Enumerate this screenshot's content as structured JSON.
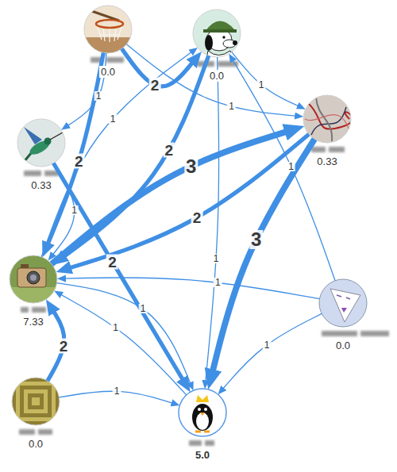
{
  "diagram": {
    "nodes": [
      {
        "text": [
          "0.0"
        ]
      },
      {
        "text": [
          "0.0"
        ]
      },
      {
        "text": [
          "0.33"
        ]
      },
      {
        "text": [
          "0.33"
        ]
      },
      {
        "text": [
          "7.33"
        ]
      },
      {
        "text": [
          "0.0"
        ]
      },
      {
        "text": [
          "0.0"
        ]
      },
      {
        "text": [
          "5.0"
        ]
      }
    ],
    "edges": [
      {
        "from": 0,
        "to": 1,
        "arrow": "to",
        "label": "2"
      },
      {
        "from": 0,
        "to": 4,
        "arrow": "to",
        "label": "2"
      },
      {
        "from": 0,
        "to": 2,
        "arrow": "to",
        "label": "1"
      },
      {
        "from": 0,
        "to": 3,
        "arrow": "to",
        "label": "1"
      },
      {
        "from": 1,
        "to": 4,
        "arrow": "to",
        "label": "2"
      },
      {
        "from": 4,
        "to": 1,
        "arrow": "to",
        "label": "1"
      },
      {
        "from": 1,
        "to": 3,
        "arrow": "to",
        "label": "1"
      },
      {
        "from": 1,
        "to": 7,
        "arrow": "to",
        "label": "1"
      },
      {
        "from": 5,
        "to": 1,
        "arrow": "to",
        "label": "1"
      },
      {
        "from": 3,
        "to": 4,
        "arrow": "to",
        "label": "2"
      },
      {
        "from": 4,
        "to": 3,
        "arrow": "to",
        "label": "3"
      },
      {
        "from": 3,
        "to": 7,
        "arrow": "to",
        "label": "3"
      },
      {
        "from": 2,
        "to": 7,
        "arrow": "to",
        "label": "2"
      },
      {
        "from": 2,
        "to": 4,
        "arrow": "to",
        "label": "1"
      },
      {
        "from": 5,
        "to": 4,
        "arrow": "to",
        "label": "1"
      },
      {
        "from": 5,
        "to": 7,
        "arrow": "to",
        "label": "1"
      },
      {
        "from": 4,
        "to": 7,
        "arrow": "to",
        "label": "1"
      },
      {
        "from": 7,
        "to": 4,
        "arrow": "to",
        "label": "1"
      },
      {
        "from": 6,
        "to": 4,
        "arrow": "to",
        "label": "2"
      },
      {
        "from": 6,
        "to": 7,
        "arrow": "to",
        "label": "1"
      }
    ]
  }
}
